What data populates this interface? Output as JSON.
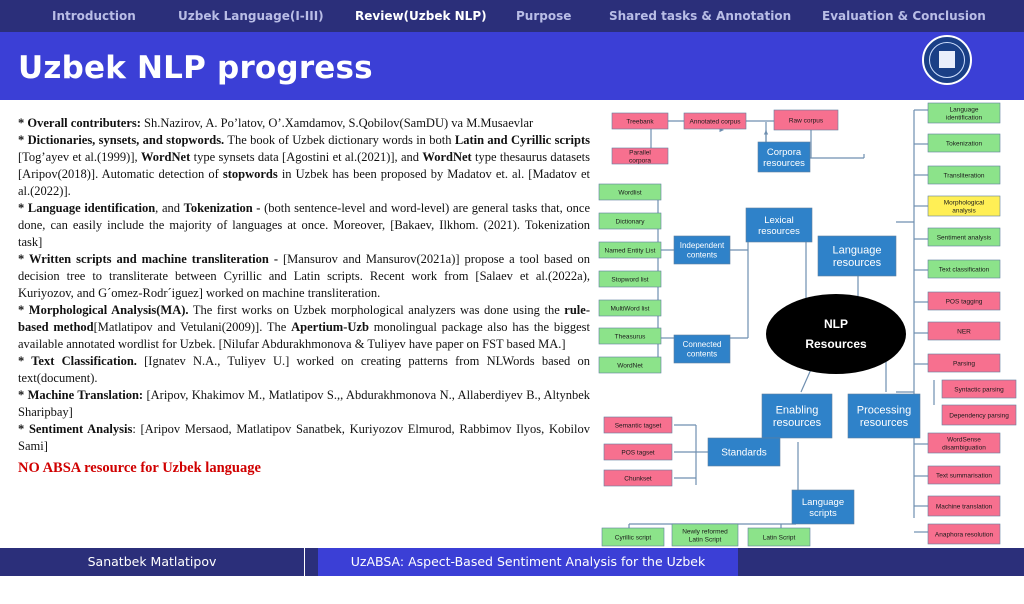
{
  "nav": {
    "items": [
      {
        "label": "Introduction",
        "active": false
      },
      {
        "label": "Uzbek Language(I-III)",
        "active": false
      },
      {
        "label": "Review(Uzbek NLP)",
        "active": true
      },
      {
        "label": "Purpose",
        "active": false
      },
      {
        "label": "Shared tasks & Annotation",
        "active": false
      },
      {
        "label": "Evaluation & Conclusion",
        "active": false
      }
    ]
  },
  "title": "Uzbek NLP progress",
  "content": {
    "p1": {
      "b": "* Overall contributers:",
      "t": " Sh.Nazirov, A. Po’latov, O’.Xamdamov, S.Qobilov(SamDU) va M.Musaevlar"
    },
    "p2": {
      "b1": "* Dictionaries, synsets, and stopwords.",
      "t1": " The book of Uzbek dictionary words in both ",
      "b2": "Latin and Cyrillic scripts",
      "t2": " [Tog’ayev et al.(1999)], ",
      "b3": "WordNet",
      "t3": " type synsets data [Agostini et al.(2021)], and ",
      "b4": "WordNet",
      "t4": " type thesaurus datasets [Aripov(2018)]. Automatic detection of ",
      "b5": "stopwords",
      "t5": " in Uzbek has been proposed by Madatov et. al. [Madatov et al.(2022)]."
    },
    "p3": {
      "b1": "* Language identification",
      "t1": ", and ",
      "b2": "Tokenization -",
      "t2": " (both sentence-level and word-level) are general tasks that, once done, can easily include the majority of languages at once. Moreover, [Bakaev, Ilkhom. (2021). Tokenization task]"
    },
    "p4": {
      "b": "* Written scripts and machine transliteration -",
      "t": " [Mansurov and Mansurov(2021a)] propose a tool based on decision tree to transliterate between Cyrillic and Latin scripts. Recent work from [Salaev et al.(2022a), Kuriyozov, and G´omez-Rodr´iguez] worked on machine transliteration."
    },
    "p5": {
      "b1": "* Morphological Analysis(MA).",
      "t1": " The first works on Uzbek morphological analyzers was done using the ",
      "b2": "rule-based method",
      "t2": "[Matlatipov and Vetulani(2009)]. The ",
      "b3": "Apertium-Uzb",
      "t3": " monolingual package also has the biggest available annotated wordlist for Uzbek. [Nilufar Abdurakhmonova & Tuliyev have paper on FST based MA.]"
    },
    "p6": {
      "b": "* Text Classification.",
      "t": " [Ignatev N.A., Tuliyev U.] worked on creating patterns from NLWords based on text(document)."
    },
    "p7": {
      "b": "* Machine Translation:",
      "t": " [Aripov, Khakimov M., Matlatipov S.,, Abdurakhmonova N., Allaberdiyev B., Altynbek Sharipbay]"
    },
    "p8": {
      "b": "* Sentiment Analysis",
      "t": ": [Aripov Mersaod, Matlatipov Sanatbek, Kuriyozov Elmurod, Rabbimov Ilyos, Kobilov Sami]"
    },
    "highlight": "NO ABSA resource for Uzbek language"
  },
  "diagram": {
    "center": {
      "line1": "NLP",
      "line2": "Resources"
    },
    "hubs": {
      "language_resources": "Language resources",
      "lexical_resources": "Lexical resources",
      "corpora_resources": "Corpora resources",
      "independent_contents": "Independent contents",
      "connected_contents": "Connected contents",
      "enabling_resources": "Enabling resources",
      "processing_resources": "Processing resources",
      "standards": "Standards",
      "language_scripts": "Language scripts"
    },
    "pink_left": [
      {
        "id": "treebank",
        "label": "Treebank"
      },
      {
        "id": "annotated_corpus",
        "label": "Annotated corpus"
      },
      {
        "id": "raw_corpus",
        "label": "Raw corpus"
      },
      {
        "id": "parallel_corpora",
        "label": "Parallel corpora"
      },
      {
        "id": "semantic_tagset",
        "label": "Semantic tagset"
      },
      {
        "id": "pos_tagset",
        "label": "POS tagset"
      },
      {
        "id": "chunkset",
        "label": "Chunkset"
      }
    ],
    "green_left": [
      {
        "id": "wordlist",
        "label": "Wordlist"
      },
      {
        "id": "dictionary",
        "label": "Dictionary"
      },
      {
        "id": "named_entity_list",
        "label": "Named Entity List"
      },
      {
        "id": "stopword_list",
        "label": "Stopword list"
      },
      {
        "id": "multiword_list",
        "label": "MultiWord list"
      },
      {
        "id": "thesaurus",
        "label": "Theasurus"
      },
      {
        "id": "wordnet",
        "label": "WordNet"
      },
      {
        "id": "cyrillic_script",
        "label": "Cyrillic script"
      },
      {
        "id": "newly_reformed_latin",
        "label": "Newly reformed Latin Script"
      },
      {
        "id": "latin_script",
        "label": "Latin Script"
      }
    ],
    "right_tasks": [
      {
        "id": "lang_id",
        "label": "Language identification",
        "color": "green"
      },
      {
        "id": "tokenization",
        "label": "Tokenization",
        "color": "green"
      },
      {
        "id": "transliteration",
        "label": "Transliteration",
        "color": "green"
      },
      {
        "id": "morph",
        "label": "Morphological analysis",
        "color": "yellow"
      },
      {
        "id": "sentiment",
        "label": "Sentiment analysis",
        "color": "green"
      },
      {
        "id": "text_class",
        "label": "Text classification",
        "color": "green"
      },
      {
        "id": "pos_tagging",
        "label": "POS tagging",
        "color": "pink"
      },
      {
        "id": "ner",
        "label": "NER",
        "color": "pink"
      },
      {
        "id": "parsing",
        "label": "Parsing",
        "color": "pink"
      },
      {
        "id": "syntactic",
        "label": "Syntactic parsing",
        "color": "pink"
      },
      {
        "id": "dependency",
        "label": "Dependency parsing",
        "color": "pink"
      },
      {
        "id": "wsd",
        "label": "WordSense disambiguation",
        "color": "pink"
      },
      {
        "id": "summarisation",
        "label": "Text summarisation",
        "color": "pink"
      },
      {
        "id": "mt",
        "label": "Machine translation",
        "color": "pink"
      },
      {
        "id": "anaphora",
        "label": "Anaphora resolution",
        "color": "pink"
      }
    ],
    "colors": {
      "pink": "#f7708f",
      "green": "#8ce38a",
      "yellow": "#ffef55",
      "blue": "#2f82c9",
      "line": "#6f8fb0"
    }
  },
  "footer": {
    "author": "Sanatbek Matlatipov",
    "talk": "UzABSA: Aspect-Based Sentiment Analysis for the Uzbek Language"
  }
}
